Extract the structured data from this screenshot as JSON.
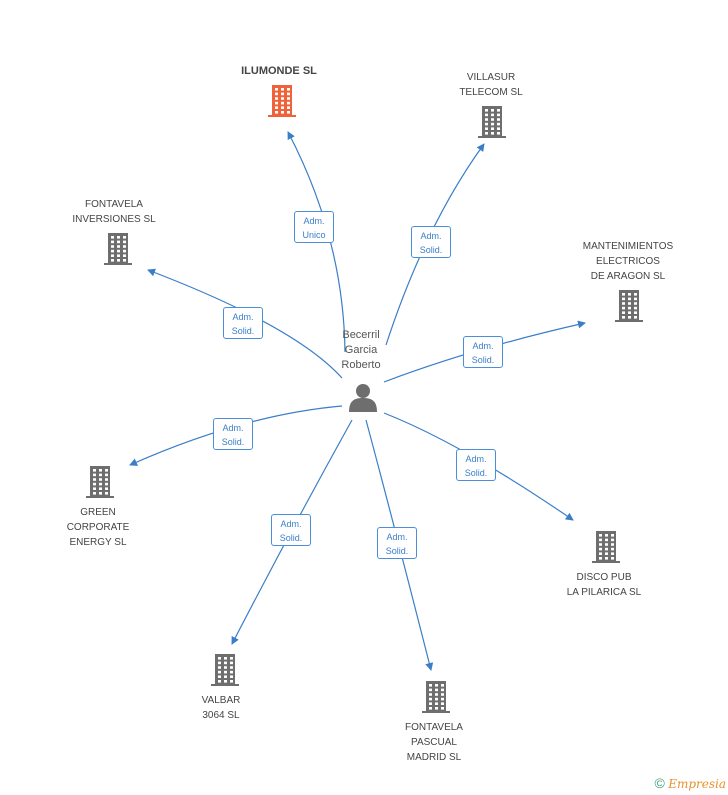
{
  "person": {
    "label": "Becerril\nGarcia\nRoberto",
    "icon": "person-icon"
  },
  "companies": [
    {
      "id": "ilumonde",
      "label": "ILUMONDE SL",
      "highlight": true,
      "edge": "Adm.\nUnico"
    },
    {
      "id": "villasur",
      "label": "VILLASUR\nTELECOM SL",
      "highlight": false,
      "edge": "Adm.\nSolid."
    },
    {
      "id": "fontavela-inv",
      "label": "FONTAVELA\nINVERSIONES SL",
      "highlight": false,
      "edge": "Adm.\nSolid."
    },
    {
      "id": "mantenimientos",
      "label": "MANTENIMIENTOS\nELECTRICOS\nDE ARAGON SL",
      "highlight": false,
      "edge": "Adm.\nSolid."
    },
    {
      "id": "green",
      "label": "GREEN\nCORPORATE\nENERGY SL",
      "highlight": false,
      "edge": "Adm.\nSolid."
    },
    {
      "id": "disco",
      "label": "DISCO PUB\nLA PILARICA SL",
      "highlight": false,
      "edge": "Adm.\nSolid."
    },
    {
      "id": "valbar",
      "label": "VALBAR\n3064 SL",
      "highlight": false,
      "edge": "Adm.\nSolid."
    },
    {
      "id": "fontavela-pas",
      "label": "FONTAVELA\nPASCUAL\nMADRID SL",
      "highlight": false,
      "edge": "Adm.\nSolid."
    }
  ],
  "colors": {
    "edge": "#3a7ec9",
    "building": "#6e6e6e",
    "highlight": "#f0633a",
    "person": "#6e6e6e"
  },
  "footer": {
    "copyright": "©",
    "brand": "Empresia"
  }
}
